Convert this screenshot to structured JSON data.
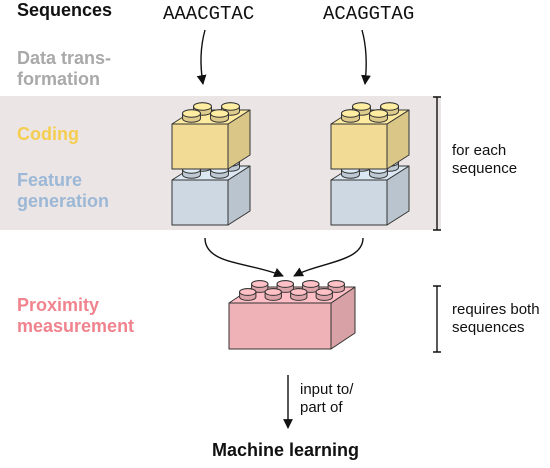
{
  "steps": {
    "sequences": "Sequences",
    "data_transformation": [
      "Data trans-",
      "formation"
    ],
    "coding": "Coding",
    "feature_generation": [
      "Feature",
      "generation"
    ],
    "proximity_measurement": [
      "Proximity",
      "measurement"
    ],
    "machine_learning": "Machine learning"
  },
  "sequences": [
    "AAACGTAC",
    "ACAGGTAG"
  ],
  "notes": {
    "for_each_sequence": [
      "for each",
      "sequence"
    ],
    "requires_both": [
      "requires both",
      "sequences"
    ],
    "input_to": [
      "input to/",
      "part of"
    ]
  },
  "colors": {
    "heading": "#111111",
    "data_transformation": "#a9a9a9",
    "coding": "#f5cd50",
    "feature_generation": "#9cb8d6",
    "proximity": "#f0838e",
    "band": "#ebe6e5",
    "brick_yellow": "#f8e29a",
    "brick_blue": "#d3dfea",
    "brick_pink": "#f6b7bd"
  }
}
